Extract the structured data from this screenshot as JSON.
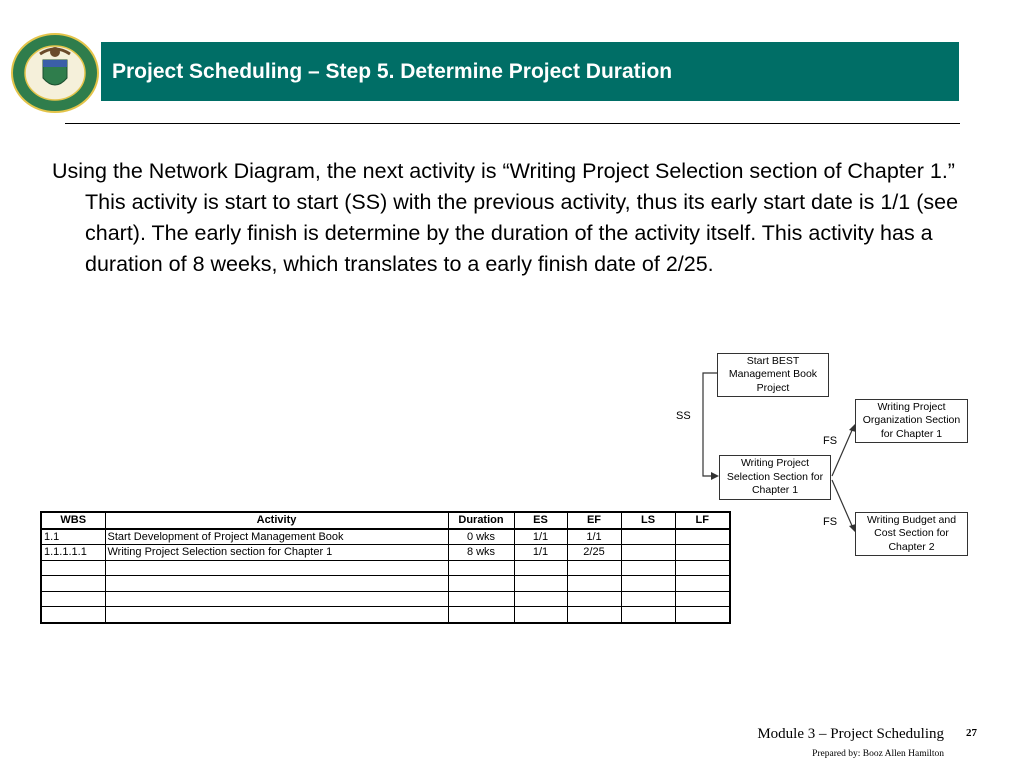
{
  "header": {
    "title": "Project Scheduling – Step 5. Determine Project Duration",
    "accent_color": "#006e66",
    "logo_icon": "doe-seal-icon"
  },
  "body": {
    "paragraph": "Using the Network Diagram, the next activity is “Writing Project Selection section of Chapter 1.” This activity is start to start (SS) with the previous activity, thus its early start date is 1/1 (see chart).  The early finish is determine by the duration of the activity itself. This activity has a duration of 8 weeks, which translates to a early finish date of 2/25."
  },
  "network": {
    "nodes": {
      "start": "Start BEST Management Book Project",
      "selection": "Writing Project Selection Section for Chapter 1",
      "organization": "Writing Project Organization Section for Chapter 1",
      "budget": "Writing Budget and Cost Section for Chapter 2"
    },
    "labels": {
      "ss": "SS",
      "fs_top": "FS",
      "fs_bottom": "FS"
    }
  },
  "table": {
    "headers": [
      "WBS",
      "Activity",
      "Duration",
      "ES",
      "EF",
      "LS",
      "LF"
    ],
    "rows": [
      [
        "1.1",
        "Start Development of Project Management Book",
        "0 wks",
        "1/1",
        "1/1",
        "",
        ""
      ],
      [
        "1.1.1.1.1",
        "Writing Project Selection section for Chapter 1",
        "8 wks",
        "1/1",
        "2/25",
        "",
        ""
      ],
      [
        "",
        "",
        "",
        "",
        "",
        "",
        ""
      ],
      [
        "",
        "",
        "",
        "",
        "",
        "",
        ""
      ],
      [
        "",
        "",
        "",
        "",
        "",
        "",
        ""
      ],
      [
        "",
        "",
        "",
        "",
        "",
        "",
        ""
      ]
    ]
  },
  "footer": {
    "module": "Module 3 – Project Scheduling",
    "page": "27",
    "prepared_by": "Prepared by: Booz Allen Hamilton"
  }
}
